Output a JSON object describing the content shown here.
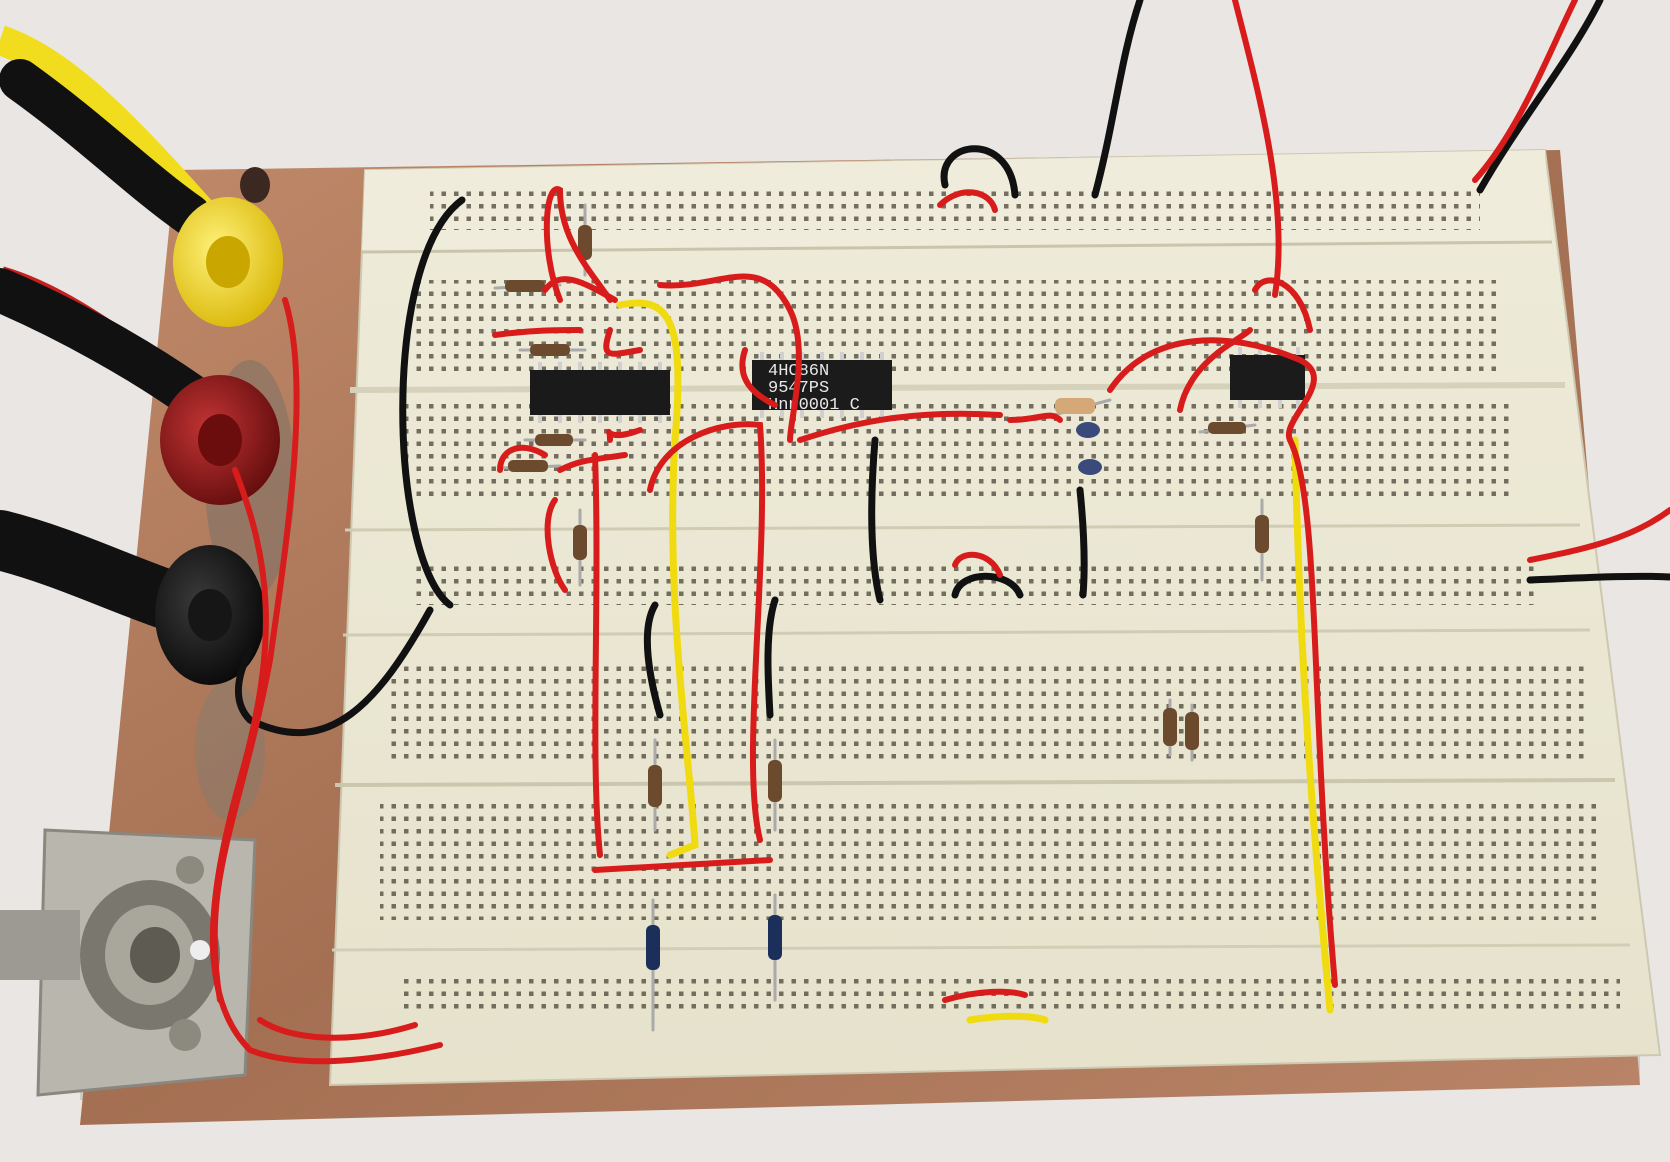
{
  "photo": {
    "subject": "breadboard-circuit",
    "colors": {
      "background": "#e9e6e4",
      "copper": "#b07a5c",
      "breadboard": "#ece9d6",
      "wire_red": "#d81c1c",
      "wire_black": "#111111",
      "wire_yellow": "#f0da10",
      "probe_yellow": "#f1dd1e",
      "probe_red": "#8e1414"
    }
  },
  "chips": {
    "ic_main": {
      "line1": "4HC86N",
      "line2": "9547PS",
      "line3": "Hnn0001 C"
    },
    "ic_right": {
      "line1": "",
      "line2": "",
      "line3": ""
    }
  }
}
